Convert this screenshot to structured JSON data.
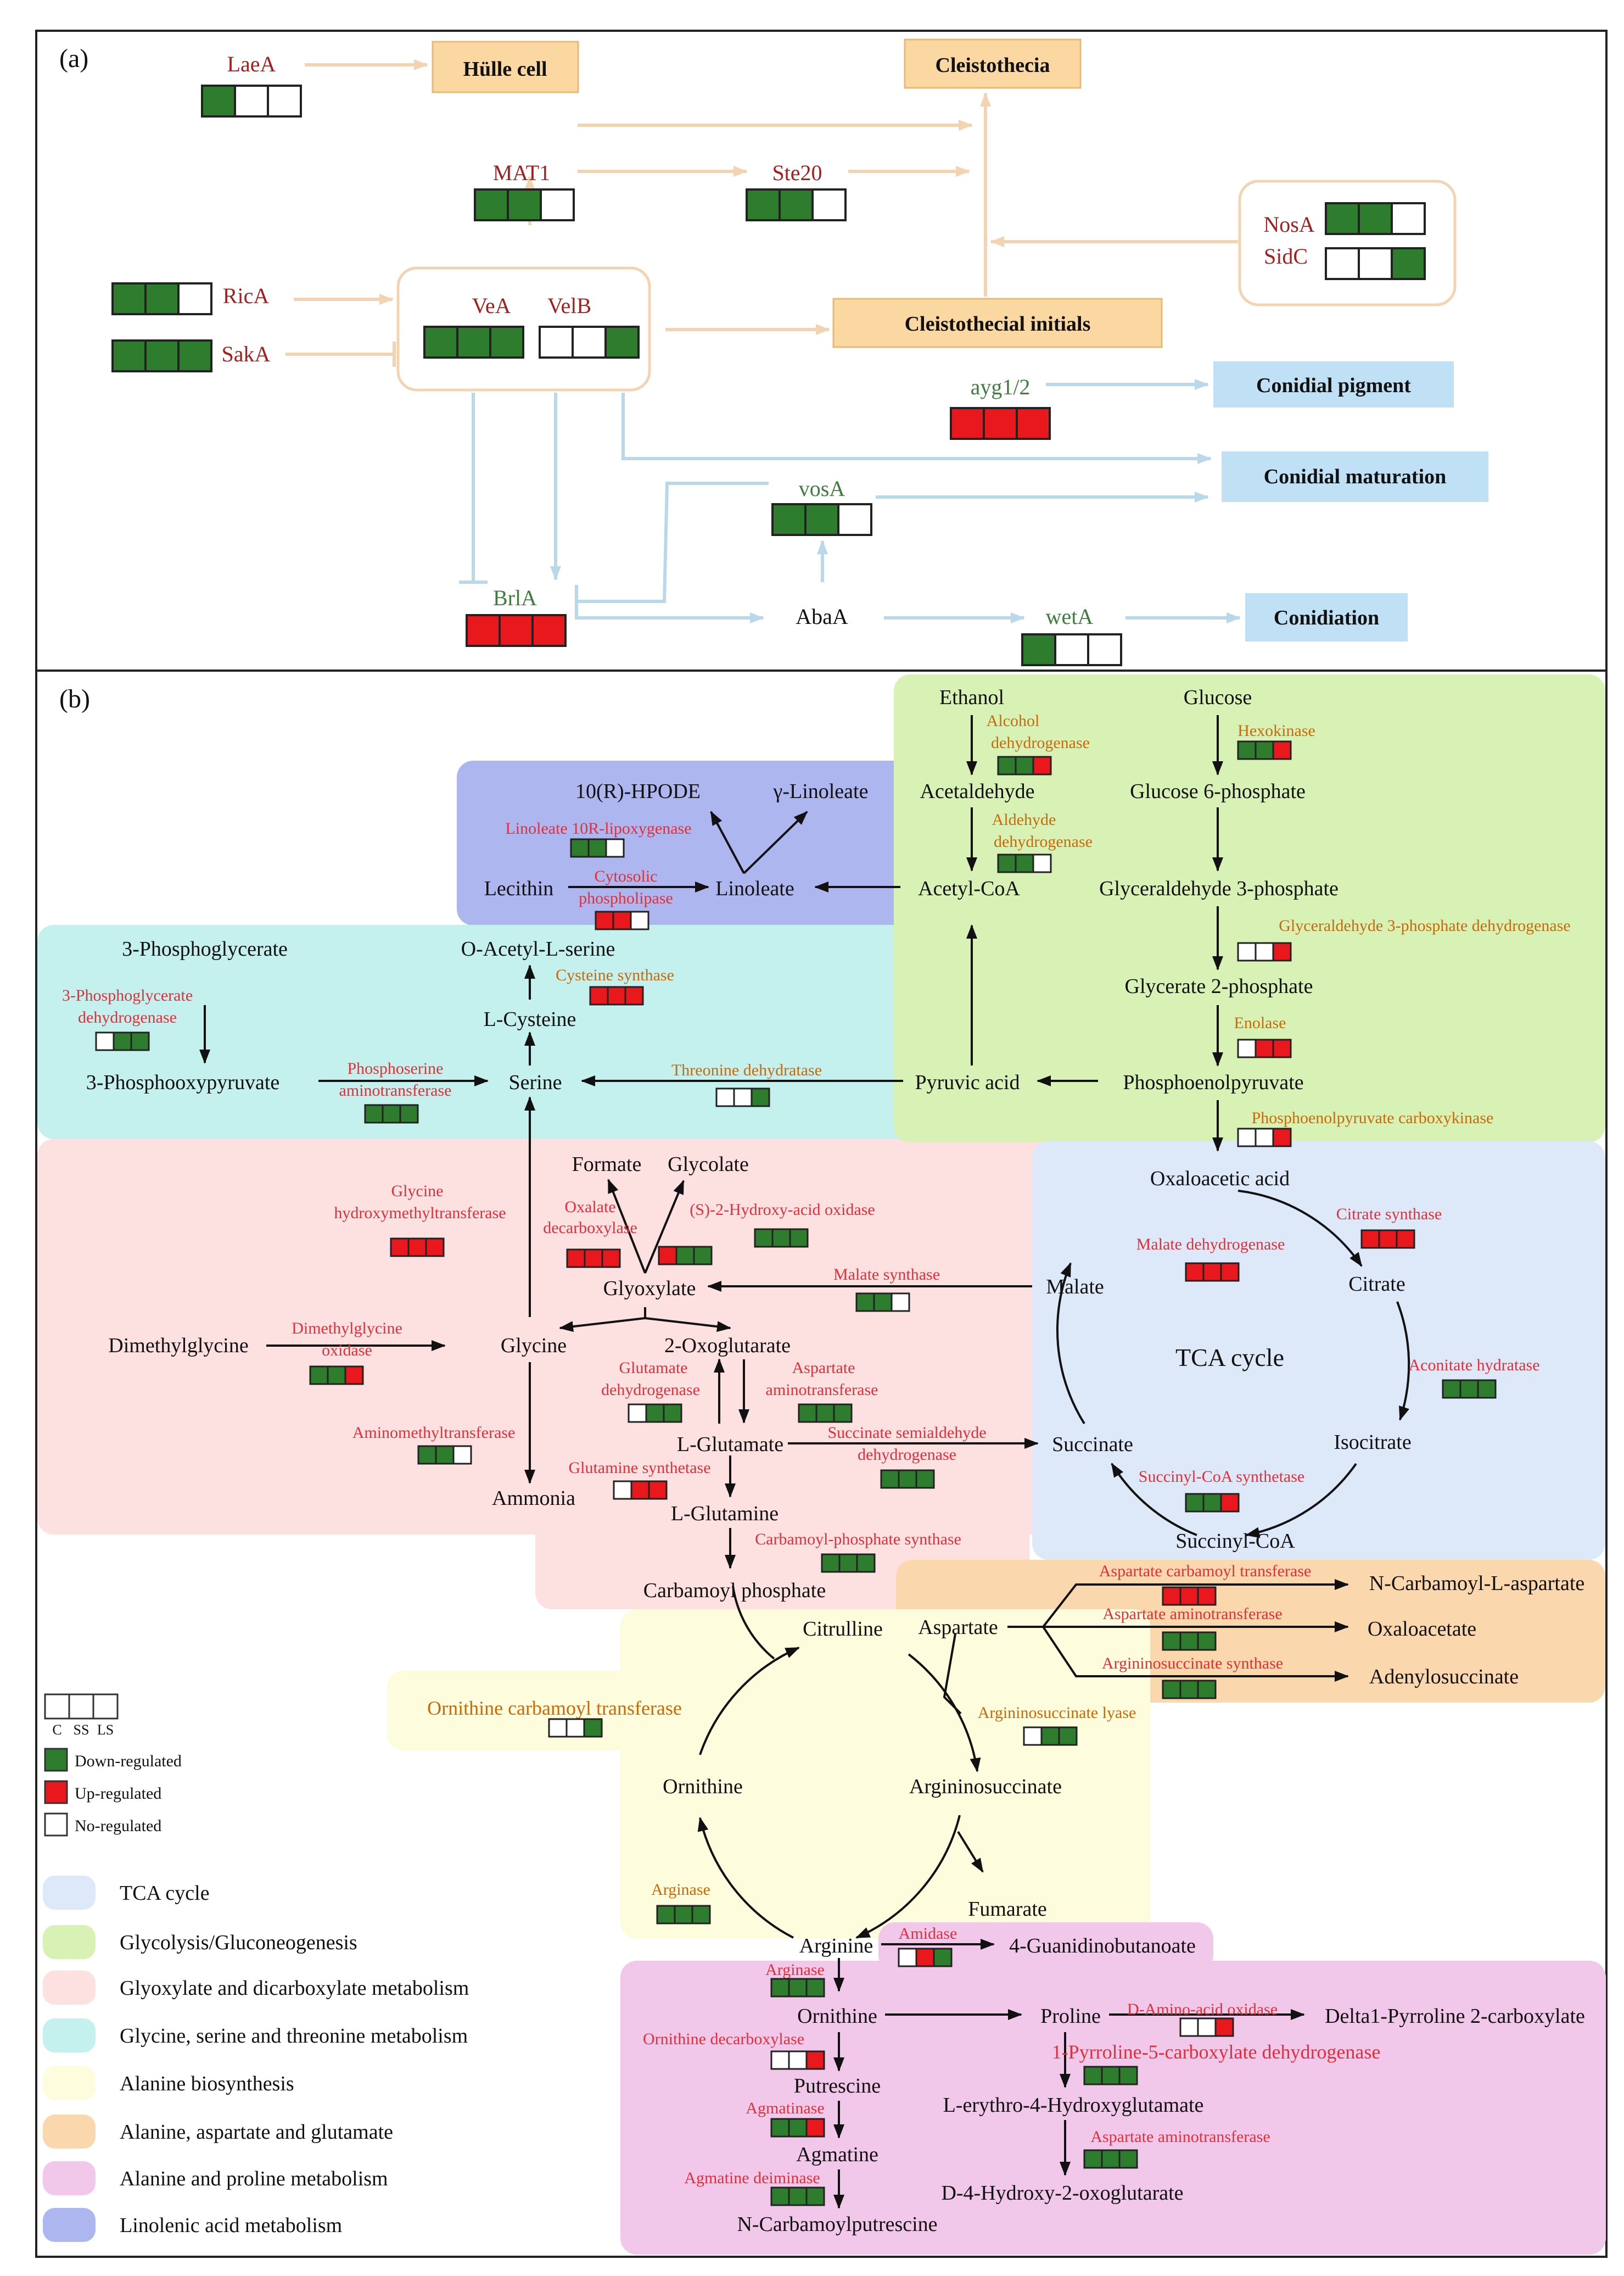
{
  "panel_a": {
    "label": "(a)",
    "genes": {
      "laea": "LaeA",
      "mat1": "MAT1",
      "ste20": "Ste20",
      "nosa": "NosA",
      "sidc": "SidC",
      "rica": "RicA",
      "saka": "SakA",
      "vea": "VeA",
      "velb": "VelB",
      "ayg": "ayg1/2",
      "vosa": "vosA",
      "brla": "BrlA",
      "abaa": "AbaA",
      "weta": "wetA"
    },
    "phenotypes": {
      "hulle": "Hülle cell",
      "cleisto": "Cleistothecia",
      "initials": "Cleistothecial initials",
      "pigment": "Conidial pigment",
      "maturation": "Conidial maturation",
      "conidiation": "Conidiation"
    },
    "patterns": {
      "laea": [
        "D",
        "N",
        "N"
      ],
      "mat1": [
        "D",
        "D",
        "N"
      ],
      "ste20": [
        "D",
        "D",
        "N"
      ],
      "nosa": [
        "D",
        "D",
        "N"
      ],
      "sidc": [
        "N",
        "N",
        "D"
      ],
      "rica": [
        "D",
        "D",
        "N"
      ],
      "saka": [
        "D",
        "D",
        "D"
      ],
      "vea": [
        "D",
        "D",
        "D"
      ],
      "velb": [
        "N",
        "N",
        "D"
      ],
      "ayg": [
        "U",
        "U",
        "U"
      ],
      "vosa": [
        "D",
        "D",
        "N"
      ],
      "brla": [
        "U",
        "U",
        "U"
      ],
      "weta": [
        "D",
        "N",
        "N"
      ]
    }
  },
  "panel_b": {
    "label": "(b)",
    "metabolites": {
      "ethanol": "Ethanol",
      "glucose": "Glucose",
      "acetaldehyde": "Acetaldehyde",
      "g6p": "Glucose 6-phosphate",
      "hpode": "10(R)-HPODE",
      "glinoleate": "γ-Linoleate",
      "lecithin": "Lecithin",
      "linoleate": "Linoleate",
      "acetylcoa": "Acetyl-CoA",
      "g3p": "Glyceraldehyde 3-phosphate",
      "pg3": "3-Phosphoglycerate",
      "oas": "O-Acetyl-L-serine",
      "lcys": "L-Cysteine",
      "g2p": "Glycerate 2-phosphate",
      "php": "3-Phosphooxypyruvate",
      "serine": "Serine",
      "pyruvate": "Pyruvic acid",
      "pep": "Phosphoenolpyruvate",
      "formate": "Formate",
      "glycolate": "Glycolate",
      "oaa": "Oxaloacetic acid",
      "glyoxylate": "Glyoxylate",
      "malate": "Malate",
      "citrate": "Citrate",
      "dmg": "Dimethylglycine",
      "glycine": "Glycine",
      "oxoglut": "2-Oxoglutarate",
      "tca": "TCA cycle",
      "lglu": "L-Glutamate",
      "succinate": "Succinate",
      "isocitrate": "Isocitrate",
      "ammonia": "Ammonia",
      "lgln": "L-Glutamine",
      "succoa": "Succinyl-CoA",
      "carbp": "Carbamoyl phosphate",
      "ncasp": "N-Carbamoyl-L-aspartate",
      "citrulline": "Citrulline",
      "aspartate": "Aspartate",
      "oxaloacetate": "Oxaloacetate",
      "adenylosucc": "Adenylosuccinate",
      "ornithine_c": "Ornithine",
      "argsucc": "Argininosuccinate",
      "fumarate": "Fumarate",
      "arginine": "Arginine",
      "guanbut": "4-Guanidinobutanoate",
      "ornithine2": "Ornithine",
      "proline": "Proline",
      "p2c": "Delta1-Pyrroline 2-carboxylate",
      "putrescine": "Putrescine",
      "hydroxyglu": "L-erythro-4-Hydroxyglutamate",
      "agmatine": "Agmatine",
      "hydroxyoxo": "D-4-Hydroxy-2-oxoglutarate",
      "ncput": "N-Carbamoylputrescine"
    },
    "enzymes": {
      "adh": "Alcohol dehydrogenase",
      "hexokinase": "Hexokinase",
      "aldh": "Aldehyde dehydrogenase",
      "lox": "Linoleate 10R-lipoxygenase",
      "cpla": "Cytosolic phospholipase",
      "gapdh": "Glyceraldehyde 3-phosphate dehydrogenase",
      "cysyn": "Cysteine synthase",
      "pgdh": "3-Phosphoglycerate dehydrogenase",
      "enolase": "Enolase",
      "psat": "Phosphoserine aminotransferase",
      "thrdh": "Threonine dehydratase",
      "pepck": "Phosphoenolpyruvate carboxykinase",
      "shmt": "Glycine hydroxymethyltransferase",
      "oxdc": "Oxalate decarboxylase",
      "haox": "(S)-2-Hydroxy-acid oxidase",
      "cs": "Citrate synthase",
      "mdh": "Malate dehydrogenase",
      "ms": "Malate synthase",
      "dmgo": "Dimethylglycine oxidase",
      "gdh": "Glutamate dehydrogenase",
      "aat1": "Aspartate aminotransferase",
      "aco": "Aconitate hydratase",
      "amt": "Aminomethyltransferase",
      "ssadh": "Succinate semialdehyde dehydrogenase",
      "gs": "Glutamine synthetase",
      "scs": "Succinyl-CoA synthetase",
      "cps": "Carbamoyl-phosphate synthase",
      "atc": "Aspartate carbamoyl transferase",
      "aat2": "Aspartate aminotransferase",
      "ass": "Argininosuccinate synthase",
      "otc": "Ornithine carbamoyl transferase",
      "asl": "Argininosuccinate lyase",
      "arg1": "Arginase",
      "amidase": "Amidase",
      "arg2": "Arginase",
      "daao": "D-Amino-acid oxidase",
      "odc": "Ornithine decarboxylase",
      "p5cdh": "1-Pyrroline-5-carboxylate dehydrogenase",
      "agmat": "Agmatinase",
      "aat3": "Aspartate aminotransferase",
      "agdi": "Agmatine deiminase"
    },
    "patterns": {
      "adh": [
        "D",
        "D",
        "U"
      ],
      "hexokinase": [
        "D",
        "D",
        "U"
      ],
      "aldh": [
        "D",
        "D",
        "N"
      ],
      "lox": [
        "D",
        "D",
        "N"
      ],
      "cpla": [
        "U",
        "U",
        "N"
      ],
      "gapdh": [
        "N",
        "N",
        "U"
      ],
      "cysyn": [
        "U",
        "U",
        "U"
      ],
      "pgdh": [
        "N",
        "D",
        "D"
      ],
      "enolase": [
        "N",
        "U",
        "U"
      ],
      "psat": [
        "D",
        "D",
        "D"
      ],
      "thrdh": [
        "N",
        "N",
        "D"
      ],
      "pepck": [
        "N",
        "N",
        "U"
      ],
      "shmt": [
        "U",
        "U",
        "U"
      ],
      "oxdc": [
        "U",
        "U",
        "U"
      ],
      "oxdc2": [
        "U",
        "D",
        "D"
      ],
      "haox": [
        "D",
        "D",
        "D"
      ],
      "cs": [
        "U",
        "U",
        "U"
      ],
      "mdh": [
        "U",
        "U",
        "U"
      ],
      "ms": [
        "D",
        "D",
        "N"
      ],
      "dmgo": [
        "D",
        "D",
        "U"
      ],
      "gdh": [
        "N",
        "D",
        "D"
      ],
      "aat1": [
        "D",
        "D",
        "D"
      ],
      "aco": [
        "D",
        "D",
        "D"
      ],
      "amt": [
        "D",
        "D",
        "N"
      ],
      "ssadh": [
        "D",
        "D",
        "D"
      ],
      "gs": [
        "N",
        "U",
        "U"
      ],
      "scs": [
        "D",
        "D",
        "U"
      ],
      "cps": [
        "D",
        "D",
        "D"
      ],
      "atc": [
        "U",
        "U",
        "U"
      ],
      "aat2": [
        "D",
        "D",
        "D"
      ],
      "ass": [
        "D",
        "D",
        "D"
      ],
      "otc": [
        "N",
        "N",
        "D"
      ],
      "asl": [
        "N",
        "D",
        "D"
      ],
      "arg1": [
        "D",
        "D",
        "D"
      ],
      "amidase": [
        "N",
        "U",
        "D"
      ],
      "arg2": [
        "D",
        "D",
        "D"
      ],
      "daao": [
        "N",
        "N",
        "U"
      ],
      "odc": [
        "N",
        "N",
        "U"
      ],
      "p5cdh": [
        "D",
        "D",
        "D"
      ],
      "agmat": [
        "D",
        "D",
        "U"
      ],
      "aat3": [
        "D",
        "D",
        "D"
      ],
      "agdi": [
        "D",
        "D",
        "D"
      ]
    },
    "legend": {
      "cols": [
        "C",
        "SS",
        "LS"
      ],
      "down": "Down-regulated",
      "up": "Up-regulated",
      "no": "No-regulated",
      "pathways": [
        "TCA cycle",
        "Glycolysis/Gluconeogenesis",
        "Glyoxylate and dicarboxylate metabolism",
        "Glycine, serine and threonine metabolism",
        "Alanine biosynthesis",
        "Alanine, aspartate and glutamate",
        "Alanine and proline metabolism",
        "Linolenic acid metabolism"
      ]
    }
  },
  "colors": {
    "down": "#2e7d2e",
    "up": "#e8181c",
    "no": "#ffffff",
    "phen_orange": "#fbd7a2",
    "phen_blue": "#bfe0f5",
    "gene_red": "#a32020",
    "gene_green": "#3f7d3f",
    "arrow_orange": "#f2d4b0",
    "arrow_blue": "#b9d8ea",
    "enz_red": "#e0303a",
    "enz_orange": "#c96a08",
    "bg_tca": "#dde9f8",
    "bg_glyco": "#d8f2b6",
    "bg_glyox": "#fde1e1",
    "bg_gly": "#c4f0ee",
    "bg_ala": "#fdfcdc",
    "bg_asp": "#fbd7ad",
    "bg_pro": "#f1c7ea",
    "bg_lin": "#aeb6ef"
  }
}
